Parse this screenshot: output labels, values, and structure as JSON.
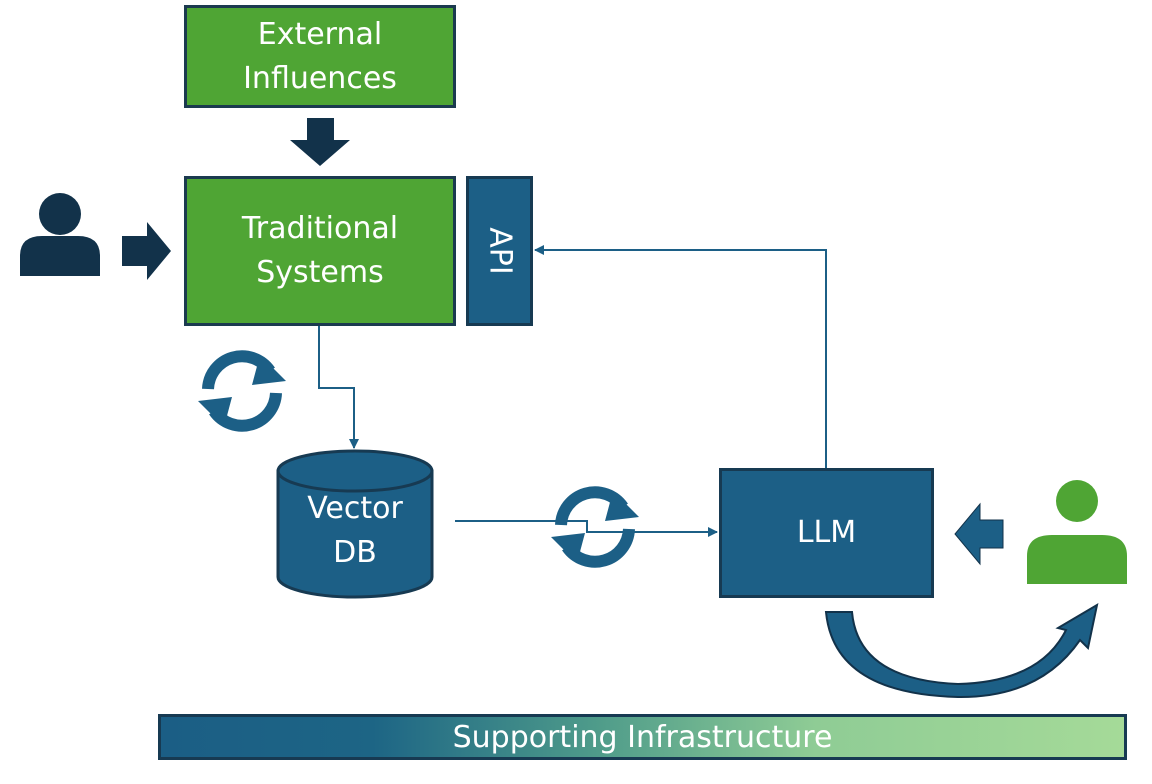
{
  "nodes": {
    "external": "External\nInfluences",
    "traditional": "Traditional\nSystems",
    "api": "API",
    "vector_db": "Vector\nDB",
    "llm": "LLM"
  },
  "footer": {
    "label": "Supporting Infrastructure"
  },
  "icons": [
    "user-icon",
    "user-icon",
    "sync-icon",
    "sync-icon",
    "arrow-down-icon",
    "arrow-right-icon",
    "arrow-left-icon",
    "curved-arrow-icon"
  ],
  "colors": {
    "green": "#4fa534",
    "teal": "#1c5f86",
    "navy": "#12324a"
  }
}
